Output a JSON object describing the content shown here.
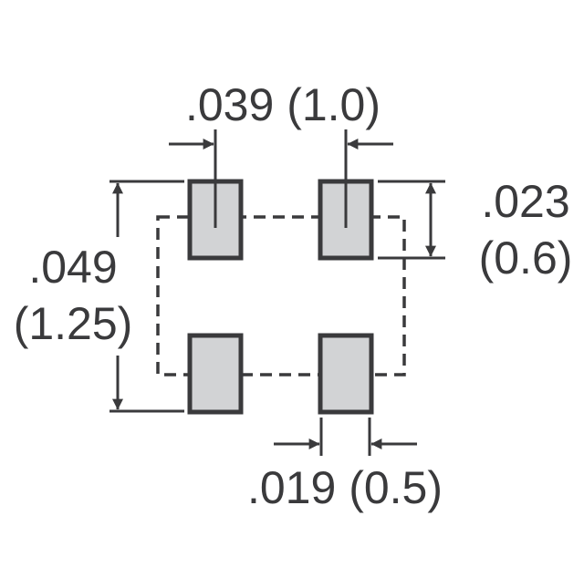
{
  "colors": {
    "line": "#3a3a3c",
    "pad_fill": "#d2d3d5",
    "background": "#ffffff"
  },
  "dimensions": {
    "pitch_horizontal": {
      "inch": ".039",
      "mm": "(1.0)"
    },
    "pad_height": {
      "inch": ".023",
      "mm": "(0.6)"
    },
    "pitch_vertical": {
      "inch": ".049",
      "mm": "(1.25)"
    },
    "pad_width": {
      "inch": ".019",
      "mm": "(0.5)"
    }
  }
}
